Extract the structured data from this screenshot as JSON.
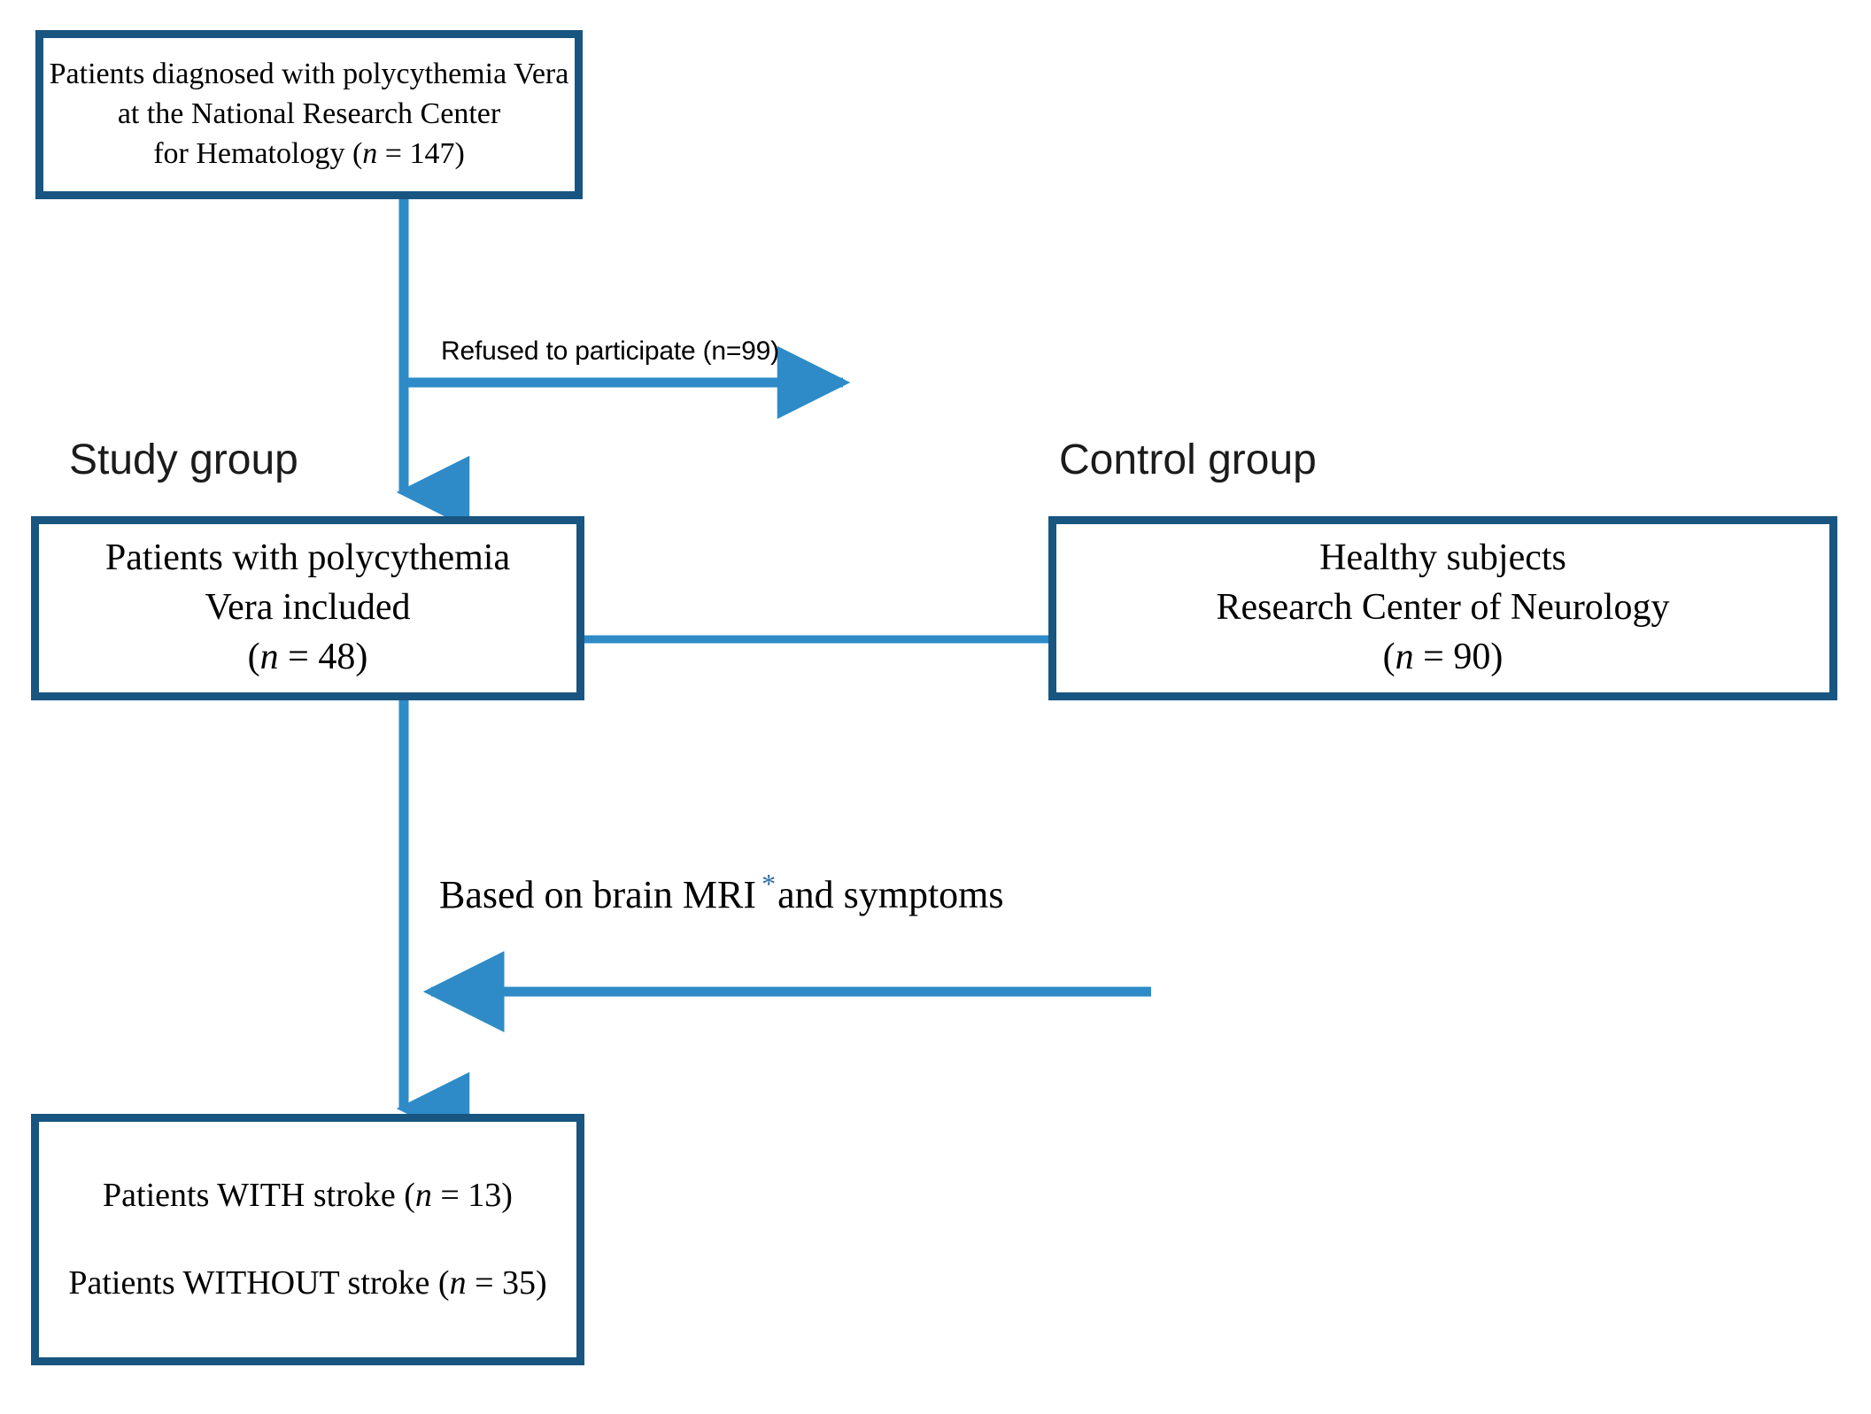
{
  "diagram": {
    "title": "Study flow diagram of polycythemia Vera patients",
    "colors": {
      "box_border": "#185580",
      "connector": "#2e8bc8",
      "asterisk": "#2f6fa8",
      "background": "#ffffff",
      "text": "#000000"
    }
  },
  "boxes": {
    "source": {
      "name": "source-population-box",
      "lines": [
        "Patients diagnosed with polycythemia Vera",
        "at the National Research Center",
        "for Hematology (n = 147)"
      ],
      "n": 147
    },
    "study": {
      "name": "study-group-box",
      "lines": [
        "Patients with polycythemia",
        "Vera included",
        "(n = 48)"
      ],
      "n": 48
    },
    "control": {
      "name": "control-group-box",
      "lines": [
        "Healthy subjects",
        "Research Center of Neurology",
        "(n = 90)"
      ],
      "n": 90
    },
    "outcome": {
      "name": "outcome-box",
      "lines": [
        "Patients WITH stroke (n = 13)",
        "Patients WITHOUT stroke (n = 35)"
      ],
      "n_with_stroke": 13,
      "n_without_stroke": 35
    }
  },
  "captions": {
    "study_group": "Study group",
    "control_group": "Control group"
  },
  "edge_labels": {
    "refused": "Refused to participate (n=99)",
    "refused_n": 99,
    "mri_prefix": "Based on brain MRI",
    "mri_star": "*",
    "mri_suffix": "and symptoms"
  },
  "connectors": [
    {
      "name": "source-to-study",
      "from": "source",
      "to": "study",
      "direction": "down",
      "arrow": true
    },
    {
      "name": "refused-exclusion",
      "from": "source-to-study",
      "to": "outside",
      "direction": "right",
      "arrow": true
    },
    {
      "name": "study-to-control",
      "from": "study",
      "to": "control",
      "direction": "horizontal",
      "arrow": false
    },
    {
      "name": "mri-criteria",
      "from": "right",
      "to": "study-to-outcome",
      "direction": "left",
      "arrow": true
    },
    {
      "name": "study-to-outcome",
      "from": "study",
      "to": "outcome",
      "direction": "down",
      "arrow": true
    }
  ]
}
